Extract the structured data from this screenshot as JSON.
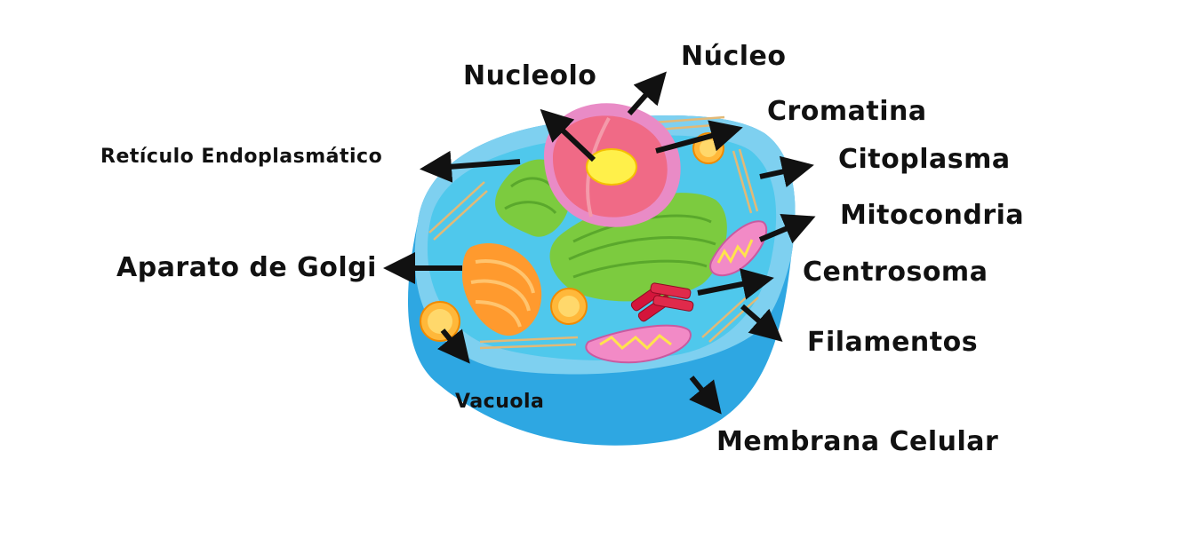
{
  "labels": {
    "nucleolo": "Nucleolo",
    "nucleo": "Núcleo",
    "cromatina": "Cromatina",
    "reticulo": "Retículo Endoplasmático",
    "citoplasma": "Citoplasma",
    "mitocondria": "Mitocondria",
    "golgi": "Aparato de Golgi",
    "centrosoma": "Centrosoma",
    "filamentos": "Filamentos",
    "vacuola": "Vacuola",
    "membrana": "Membrana Celular"
  },
  "colors": {
    "membrane_outer": "#3ab0e8",
    "membrane_rim": "#7ed0f0",
    "cytoplasm": "#4fc8ec",
    "nucleus_envelope": "#e98bc6",
    "nucleus_inner": "#f06a86",
    "nucleolus": "#fff04a",
    "er": "#7ccb3f",
    "golgi": "#ff9a2e",
    "mitochondria": "#f28ac6",
    "cristae": "#ffe34d",
    "vacuole": "#ffb83a",
    "centrosome": "#d4153b",
    "arrow": "#111111"
  }
}
